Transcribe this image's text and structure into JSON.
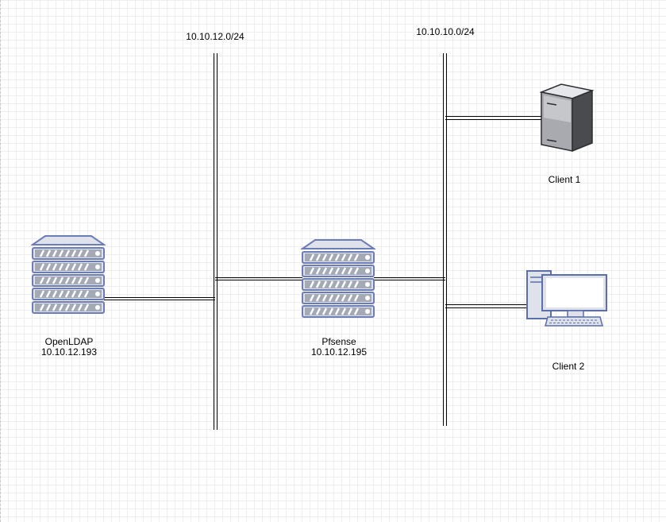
{
  "networks": [
    {
      "label": "10.10.12.0/24"
    },
    {
      "label": "10.10.10.0/24"
    }
  ],
  "nodes": {
    "openldap": {
      "name": "OpenLDAP",
      "ip": "10.10.12.193",
      "icon": "rack-server-icon"
    },
    "pfsense": {
      "name": "Pfsense",
      "ip": "10.10.12.195",
      "icon": "rack-server-icon"
    },
    "client1": {
      "name": "Client 1",
      "icon": "tower-server-icon"
    },
    "client2": {
      "name": "Client 2",
      "icon": "desktop-computer-icon"
    }
  },
  "colors": {
    "rack_fill": "#dfe2ea",
    "rack_stroke": "#6c7db5",
    "rack_slot": "#a4a9b6",
    "tower_front": "#a9aaaf",
    "tower_side": "#4a4b4e",
    "monitor_stroke": "#5c6fa8"
  }
}
